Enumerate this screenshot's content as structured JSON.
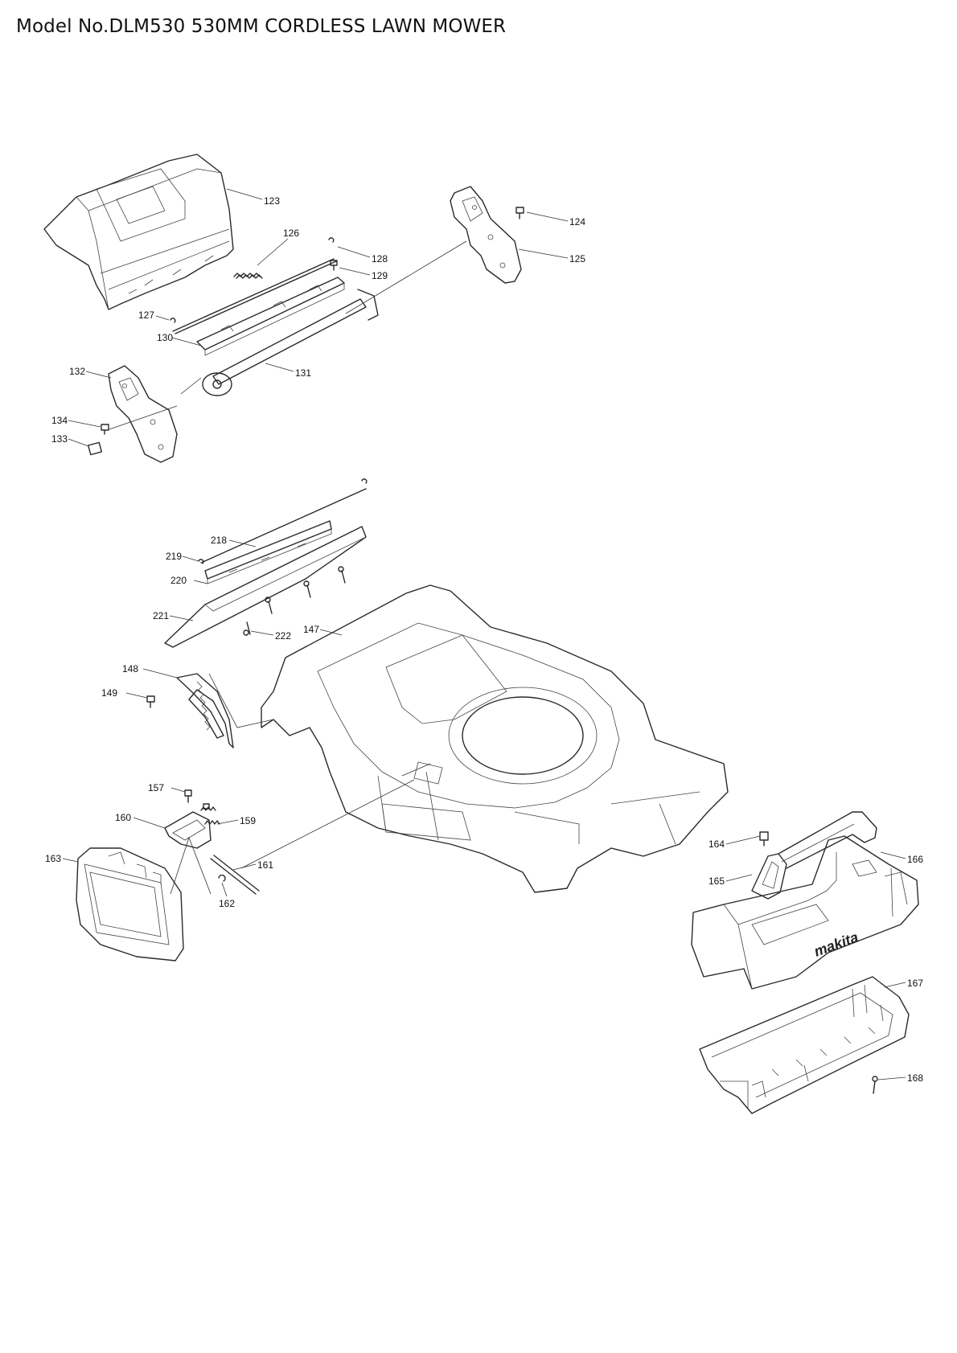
{
  "title": "Model No.DLM530 530MM CORDLESS LAWN MOWER",
  "brand_logo": "makita",
  "parts": [
    {
      "id": "123",
      "label": "123"
    },
    {
      "id": "124",
      "label": "124"
    },
    {
      "id": "125",
      "label": "125"
    },
    {
      "id": "126",
      "label": "126"
    },
    {
      "id": "127",
      "label": "127"
    },
    {
      "id": "128",
      "label": "128"
    },
    {
      "id": "129",
      "label": "129"
    },
    {
      "id": "130",
      "label": "130"
    },
    {
      "id": "131",
      "label": "131"
    },
    {
      "id": "132",
      "label": "132"
    },
    {
      "id": "133",
      "label": "133"
    },
    {
      "id": "134",
      "label": "134"
    },
    {
      "id": "147",
      "label": "147"
    },
    {
      "id": "148",
      "label": "148"
    },
    {
      "id": "149",
      "label": "149"
    },
    {
      "id": "157",
      "label": "157"
    },
    {
      "id": "159",
      "label": "159"
    },
    {
      "id": "160",
      "label": "160"
    },
    {
      "id": "161",
      "label": "161"
    },
    {
      "id": "162",
      "label": "162"
    },
    {
      "id": "163",
      "label": "163"
    },
    {
      "id": "164",
      "label": "164"
    },
    {
      "id": "165",
      "label": "165"
    },
    {
      "id": "166",
      "label": "166"
    },
    {
      "id": "167",
      "label": "167"
    },
    {
      "id": "168",
      "label": "168"
    },
    {
      "id": "218",
      "label": "218"
    },
    {
      "id": "219",
      "label": "219"
    },
    {
      "id": "220",
      "label": "220"
    },
    {
      "id": "221",
      "label": "221"
    },
    {
      "id": "222",
      "label": "222"
    }
  ]
}
